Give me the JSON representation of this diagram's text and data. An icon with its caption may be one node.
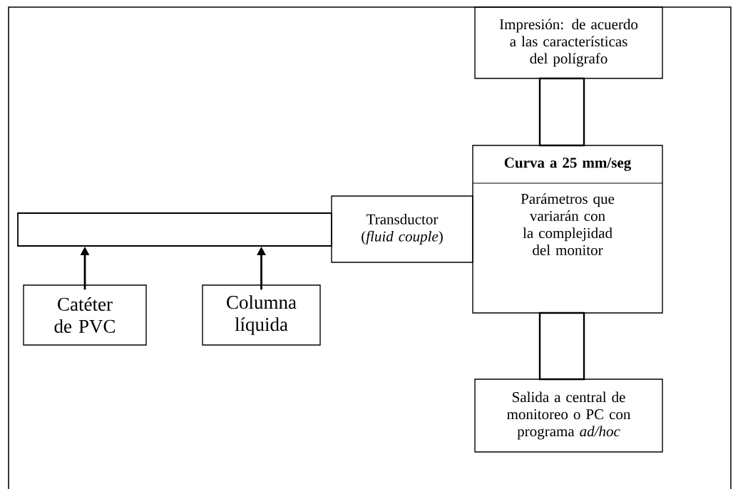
{
  "diagram": {
    "nodes": [
      {
        "text": [
          "Impresión: de acuerdo a las características del polígrafo"
        ]
      },
      {
        "text": [],
        "shape": "box"
      },
      {
        "text": [
          "Curva a 25 mm/seg",
          "Parámetros que variarán con la complejidad del monitor"
        ]
      },
      {
        "text": [],
        "shape": "bar"
      },
      {
        "text": [
          "Transductor (*fluid couple*)"
        ]
      },
      {
        "text": [],
        "shape": "box"
      },
      {
        "text": [
          "Salida a central de monitoreo o PC con programa *ad/hoc*"
        ]
      },
      {
        "text": [
          "Catéter de PVC"
        ]
      },
      {
        "text": [
          "Columna líquida"
        ]
      }
    ],
    "edges": [
      {
        "from": 7,
        "to": 3,
        "arrow": "to"
      },
      {
        "from": 8,
        "to": 3,
        "arrow": "to"
      }
    ]
  }
}
